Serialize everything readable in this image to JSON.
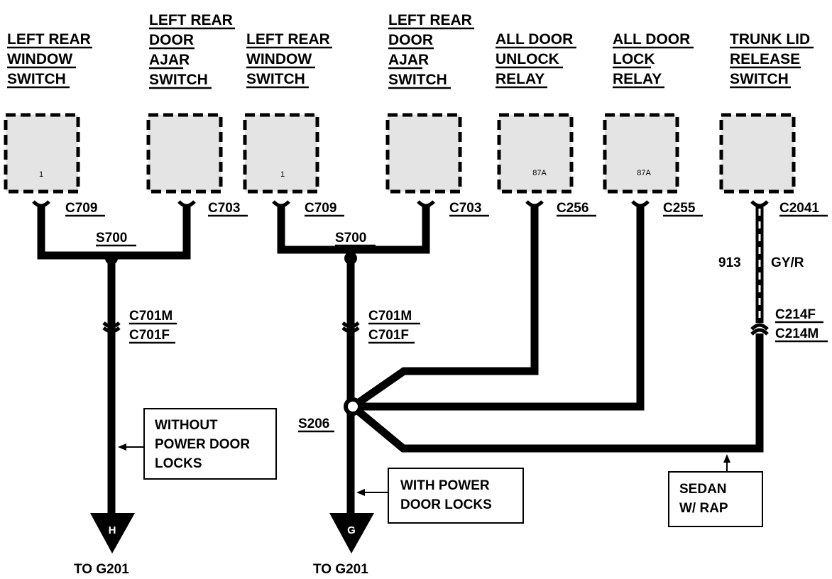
{
  "components": [
    {
      "lines": [
        "LEFT REAR",
        "WINDOW",
        "SWITCH"
      ],
      "pin": "1",
      "connector": "C709"
    },
    {
      "lines": [
        "LEFT REAR",
        "DOOR",
        "AJAR",
        "SWITCH"
      ],
      "pin": "",
      "connector": "C703"
    },
    {
      "lines": [
        "LEFT REAR",
        "WINDOW",
        "SWITCH"
      ],
      "pin": "1",
      "connector": "C709"
    },
    {
      "lines": [
        "LEFT REAR",
        "DOOR",
        "AJAR",
        "SWITCH"
      ],
      "pin": "",
      "connector": "C703"
    },
    {
      "lines": [
        "ALL DOOR",
        "UNLOCK",
        "RELAY"
      ],
      "pin": "87A",
      "connector": "C256"
    },
    {
      "lines": [
        "ALL DOOR",
        "LOCK",
        "RELAY"
      ],
      "pin": "87A",
      "connector": "C255"
    },
    {
      "lines": [
        "TRUNK LID",
        "RELEASE",
        "SWITCH"
      ],
      "pin": "",
      "connector": "C2041"
    }
  ],
  "splices": {
    "left": "S700",
    "middle": "S700",
    "ground": "S206"
  },
  "inline_connectors": {
    "left": [
      "C701M",
      "C701F"
    ],
    "middle": [
      "C701M",
      "C701F"
    ],
    "right": [
      "C214F",
      "C214M"
    ]
  },
  "wire": {
    "circuit": "913",
    "color": "GY/R"
  },
  "notes": {
    "without": [
      "WITHOUT",
      "POWER DOOR",
      "LOCKS"
    ],
    "with": [
      "WITH POWER",
      "DOOR LOCKS"
    ],
    "sedan": [
      "SEDAN",
      "W/ RAP"
    ]
  },
  "grounds": [
    {
      "letter": "H",
      "label": "TO G201"
    },
    {
      "letter": "G",
      "label": "TO G201"
    }
  ]
}
